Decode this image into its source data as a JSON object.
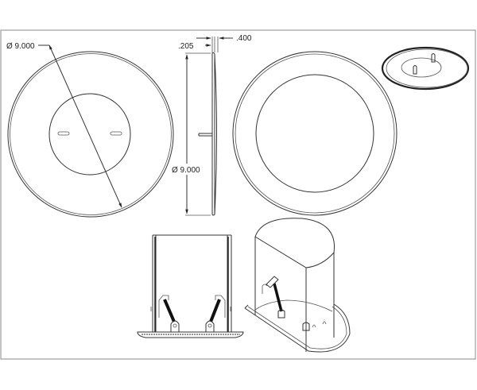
{
  "drawing": {
    "frame_color": "#888888",
    "line_color": "#333333",
    "background": "#ffffff"
  },
  "front_view": {
    "diameter_label": "Ø  9.000"
  },
  "side_view": {
    "thickness_label_left": ".205",
    "thickness_label_right": ".400",
    "diameter_label": "Ø  9.000"
  },
  "back_view": {},
  "isometric_view": {},
  "bracket_front_view": {},
  "bracket_isometric_view": {}
}
